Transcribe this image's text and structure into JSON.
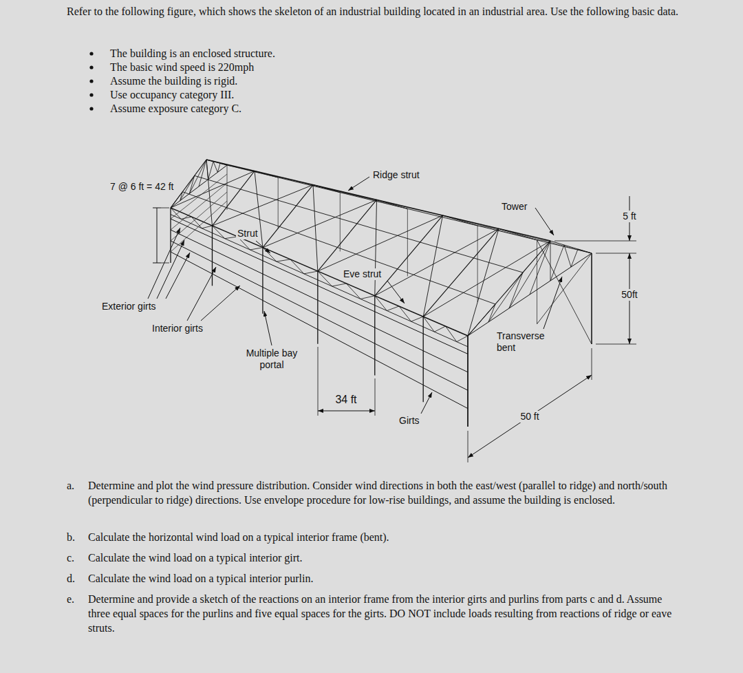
{
  "diagram": {
    "labels": [
      "Refer to the following figure, which shows the skeleton of an industrial building located in an industrial area. Use the following basic data.",
      "The building is an enclosed structure.",
      "The basic wind speed is 220mph",
      "Assume the building is rigid.",
      "Use occupancy category III.",
      "Assume exposure category C.",
      "7 @ 6 ft = 42 ft",
      "Ridge strut",
      "Tower",
      "5 ft",
      "Strut",
      "Eve strut",
      "50ft",
      "Exterior girts",
      "Interior girts",
      "Multiple bay portal",
      "Transverse bent",
      "34 ft",
      "Girts",
      "50 ft",
      "a.",
      "Determine and plot the wind pressure distribution. Consider wind directions in both the east/west (parallel to ridge) and north/south (perpendicular to ridge) directions. Use envelope procedure for low-rise buildings, and assume the building is enclosed.",
      "b.",
      "Calculate the horizontal wind load on a typical interior frame (bent).",
      "c.",
      "Calculate the wind load on a typical interior girt.",
      "d.",
      "Calculate the wind load on a typical interior purlin.",
      "e.",
      "Determine and provide a sketch of the reactions on an interior frame from the interior girts and purlins from parts c and d. Assume three equal spaces for the purlins and five equal spaces for the girts. DO NOT include loads resulting from reactions of ridge or eave struts."
    ]
  }
}
